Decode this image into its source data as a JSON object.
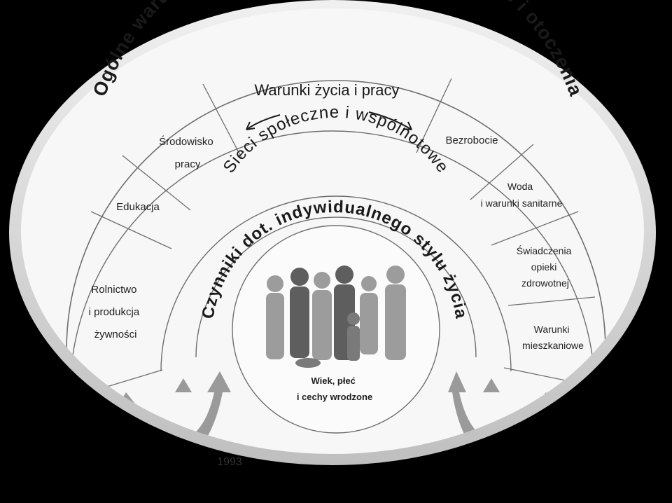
{
  "diagram": {
    "outer_arc": "Ogólne warunki społeczno-ekonomiczne, kulturowe i otoczenia",
    "middle_arc": "Sieci społeczne i wspólnotowe",
    "inner_arc": "Czynniki dot. indywidualnego stylu życia",
    "top_label": "Warunki życia i pracy",
    "core": {
      "line1": "Wiek, płeć",
      "line2": "i cechy wrodzone"
    },
    "year_fragment": "1993",
    "left_segments": [
      {
        "lines": [
          "Środowisko",
          "pracy"
        ]
      },
      {
        "lines": [
          "Edukacja"
        ]
      },
      {
        "lines": [
          "Rolnictwo",
          "i produkcja",
          "żywności"
        ]
      }
    ],
    "right_segments": [
      {
        "lines": [
          "Bezrobocie"
        ]
      },
      {
        "lines": [
          "Woda",
          "i warunki sanitarne"
        ]
      },
      {
        "lines": [
          "Świadczenia",
          "opieki",
          "zdrowotnej"
        ]
      },
      {
        "lines": [
          "Warunki",
          "mieszkaniowe"
        ]
      }
    ]
  },
  "colors": {
    "background": "#000000",
    "frame": "#d9d9d9",
    "paper": "#f7f7f7",
    "lines": "#6e6e6e",
    "text": "#1a1a1a",
    "people": "#8a8a8a",
    "arrows": "#9a9a9a"
  }
}
